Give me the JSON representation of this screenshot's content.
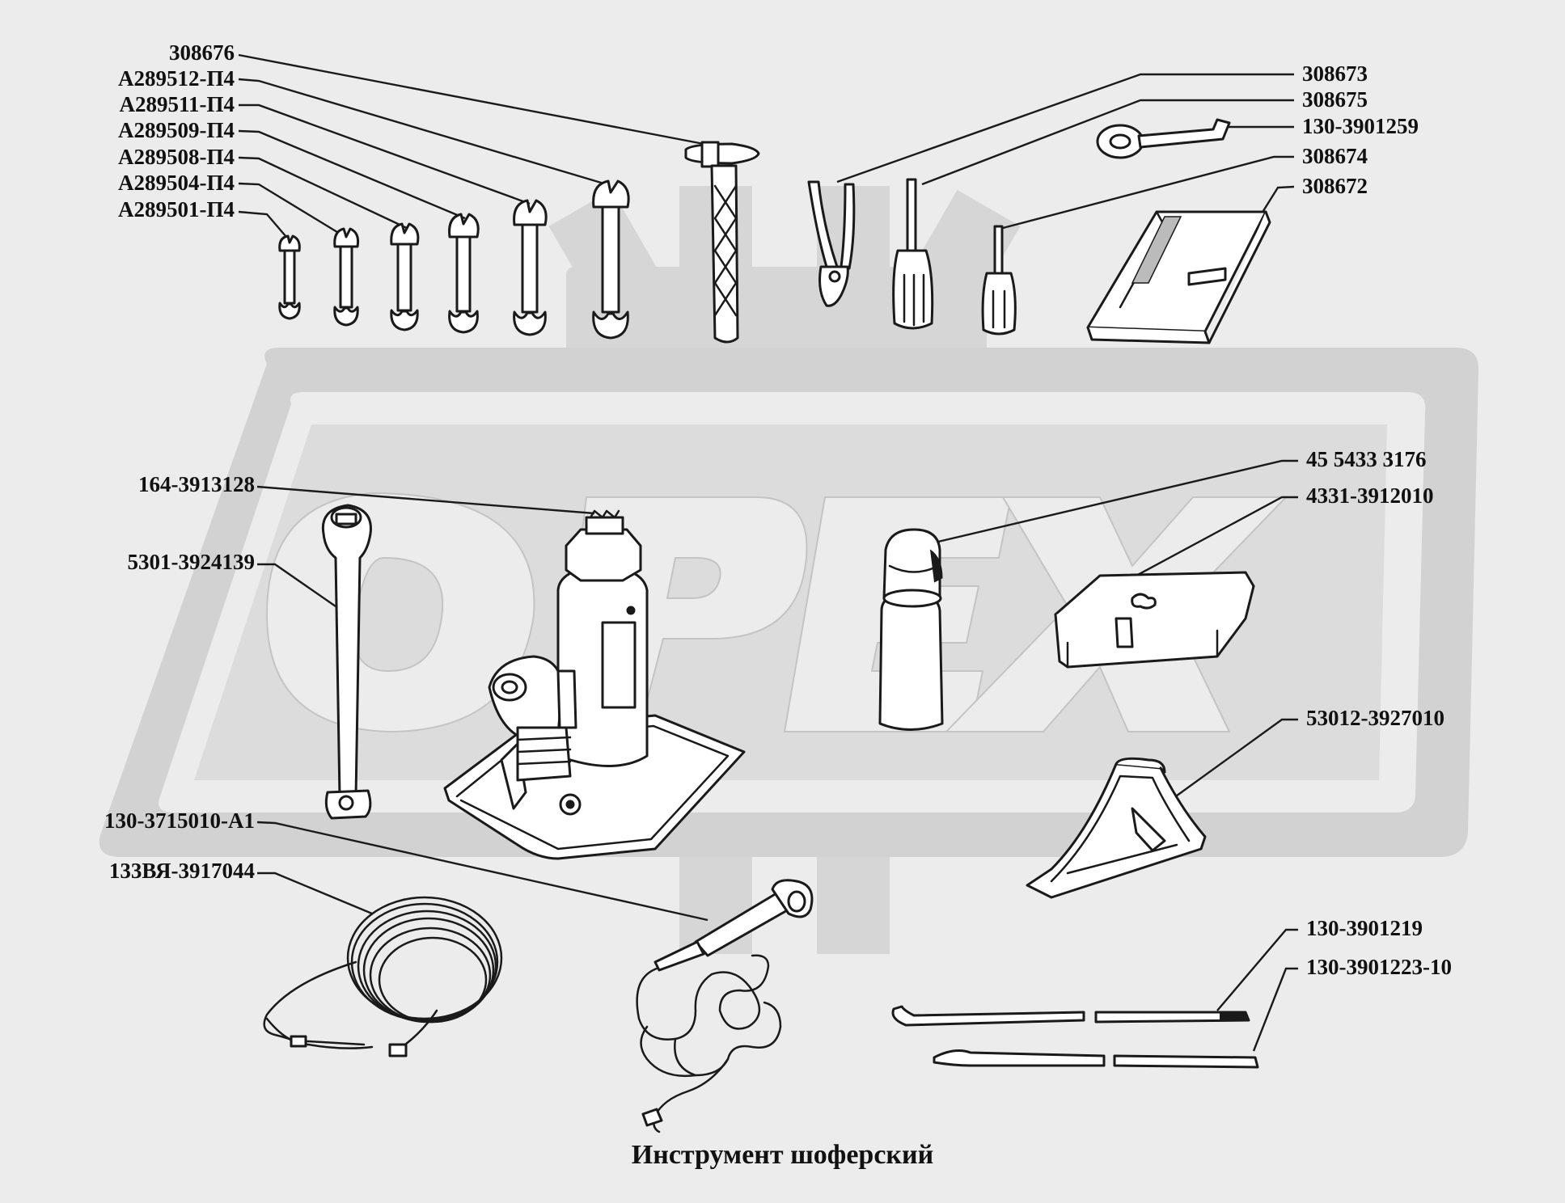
{
  "caption": "Инструмент шоферский",
  "watermark": "OPEX",
  "labels": {
    "p308676": "308676",
    "pA289512": "А289512-П4",
    "pA289511": "А289511-П4",
    "pA289509": "А289509-П4",
    "pA289508": "А289508-П4",
    "pA289504": "А289504-П4",
    "pA289501": "А289501-П4",
    "p308673": "308673",
    "p308675": "308675",
    "p1303901259": "130-3901259",
    "p308674": "308674",
    "p308672": "308672",
    "p1643913128": "164-3913128",
    "p53013924139": "5301-3924139",
    "p4554333176": "45 5433 3176",
    "p43313912010": "4331-3912010",
    "p530123927010": "53012-3927010",
    "p1303715010": "130-3715010-А1",
    "p133vya": "133ВЯ-3917044",
    "p1303901219": "130-3901219",
    "p130390122310": "130-3901223-10"
  },
  "colors": {
    "background": "#ececec",
    "watermark_fill": "#d4d4d4",
    "ink": "#1a1a1a"
  }
}
